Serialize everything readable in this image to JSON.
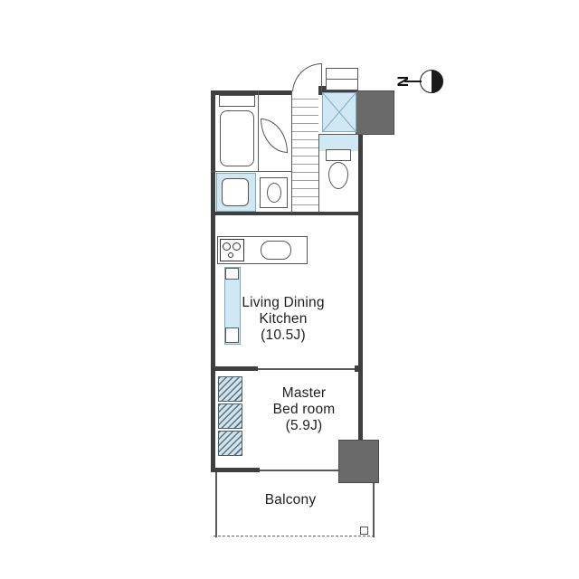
{
  "compass": {
    "letter": "N"
  },
  "rooms": {
    "ldk": {
      "line1": "Living Dining",
      "line2": "Kitchen",
      "size": "(10.5J)"
    },
    "bedroom": {
      "line1": "Master",
      "line2": "Bed room",
      "size": "(5.9J)"
    },
    "balcony": {
      "label": "Balcony"
    }
  },
  "colors": {
    "wall": "#3f3f3f",
    "pillar": "#6a6a6a",
    "water_blue": "#cfe8f3",
    "hatch_dark": "#5b6f7c",
    "line": "#555555"
  },
  "fixtures": [
    "bathtub",
    "washbasin",
    "vanity-sink",
    "washer-pan",
    "toilet",
    "entrance-door",
    "bathroom-doors",
    "stove",
    "kitchen-sink",
    "kitchen-counter-strip",
    "closet",
    "meter-box",
    "drain",
    "north-compass"
  ]
}
